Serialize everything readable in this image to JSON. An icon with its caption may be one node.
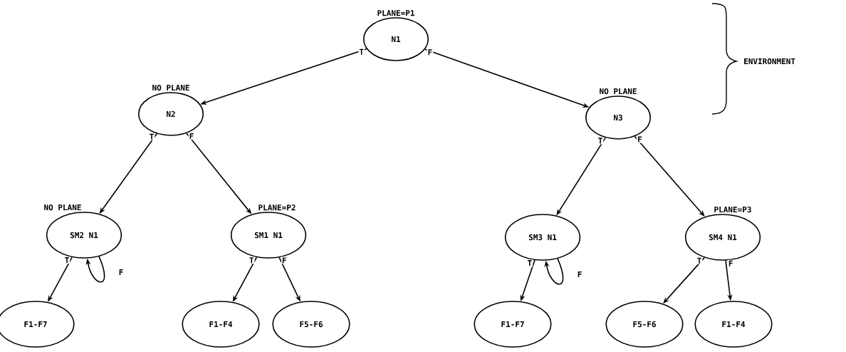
{
  "diagram": {
    "nodes": [
      {
        "text": [
          "PLANE=P1",
          "N1"
        ]
      },
      {
        "text": [
          "NO PLANE",
          "N2"
        ]
      },
      {
        "text": [
          "NO PLANE",
          "N3"
        ]
      },
      {
        "text": [
          "NO PLANE",
          "SM2 N1"
        ]
      },
      {
        "text": [
          "PLANE=P2",
          "SM1 N1"
        ]
      },
      {
        "text": [
          "SM3 N1"
        ]
      },
      {
        "text": [
          "PLANE=P3",
          "SM4 N1"
        ]
      },
      {
        "text": [
          "F1-F7"
        ]
      },
      {
        "text": [
          "F1-F4"
        ]
      },
      {
        "text": [
          "F5-F6"
        ]
      },
      {
        "text": [
          "F1-F7"
        ]
      },
      {
        "text": [
          "F5-F6"
        ]
      },
      {
        "text": [
          "F1-F4"
        ]
      }
    ],
    "edges": [
      {
        "from": 0,
        "to": 1,
        "arrow": "to",
        "label": "T"
      },
      {
        "from": 0,
        "to": 2,
        "arrow": "to",
        "label": "F"
      },
      {
        "from": 1,
        "to": 3,
        "arrow": "to",
        "label": "T"
      },
      {
        "from": 1,
        "to": 4,
        "arrow": "to",
        "label": "F"
      },
      {
        "from": 2,
        "to": 5,
        "arrow": "to",
        "label": "T"
      },
      {
        "from": 2,
        "to": 6,
        "arrow": "to",
        "label": "F"
      },
      {
        "from": 3,
        "to": 7,
        "arrow": "to",
        "label": "T"
      },
      {
        "from": 3,
        "to": 3,
        "arrow": "to",
        "label": "F"
      },
      {
        "from": 4,
        "to": 8,
        "arrow": "to",
        "label": "T"
      },
      {
        "from": 4,
        "to": 9,
        "arrow": "to",
        "label": "F"
      },
      {
        "from": 5,
        "to": 10,
        "arrow": "to",
        "label": "T"
      },
      {
        "from": 5,
        "to": 5,
        "arrow": "to",
        "label": "F"
      },
      {
        "from": 6,
        "to": 11,
        "arrow": "to",
        "label": "T"
      },
      {
        "from": 6,
        "to": 12,
        "arrow": "to",
        "label": "F"
      }
    ],
    "labels": [
      "ENVIRONMENT"
    ]
  }
}
